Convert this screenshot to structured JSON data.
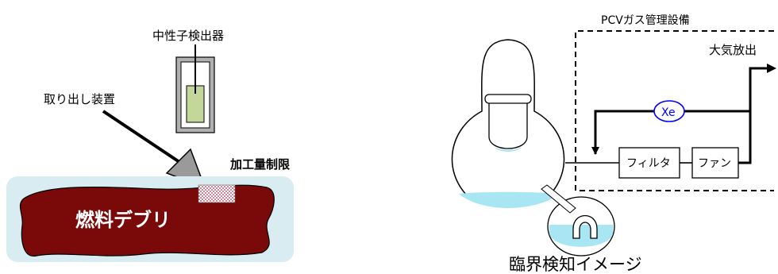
{
  "left": {
    "neutron_detector_label": "中性子検出器",
    "extraction_device_label": "取り出し装置",
    "processing_limit_label": "加工量制限",
    "fuel_debris_label": "燃料デブリ"
  },
  "right": {
    "pcv_gas_system_label": "PCVガス管理設備",
    "atmospheric_release_label": "大気放出",
    "xe_label": "Xe",
    "filter_label": "フィルタ",
    "fan_label": "ファン",
    "criticality_label": "臨界検知イメージ"
  },
  "colors": {
    "debris": "#7a0a0a",
    "debris_bg": "#d9ecf2",
    "water": "#a8e6f3",
    "detector_inner": "#c4d79b",
    "detector_frame": "#b0b0b0",
    "xe_circle": "#0000ff",
    "extractor": "#9a9a9a"
  }
}
